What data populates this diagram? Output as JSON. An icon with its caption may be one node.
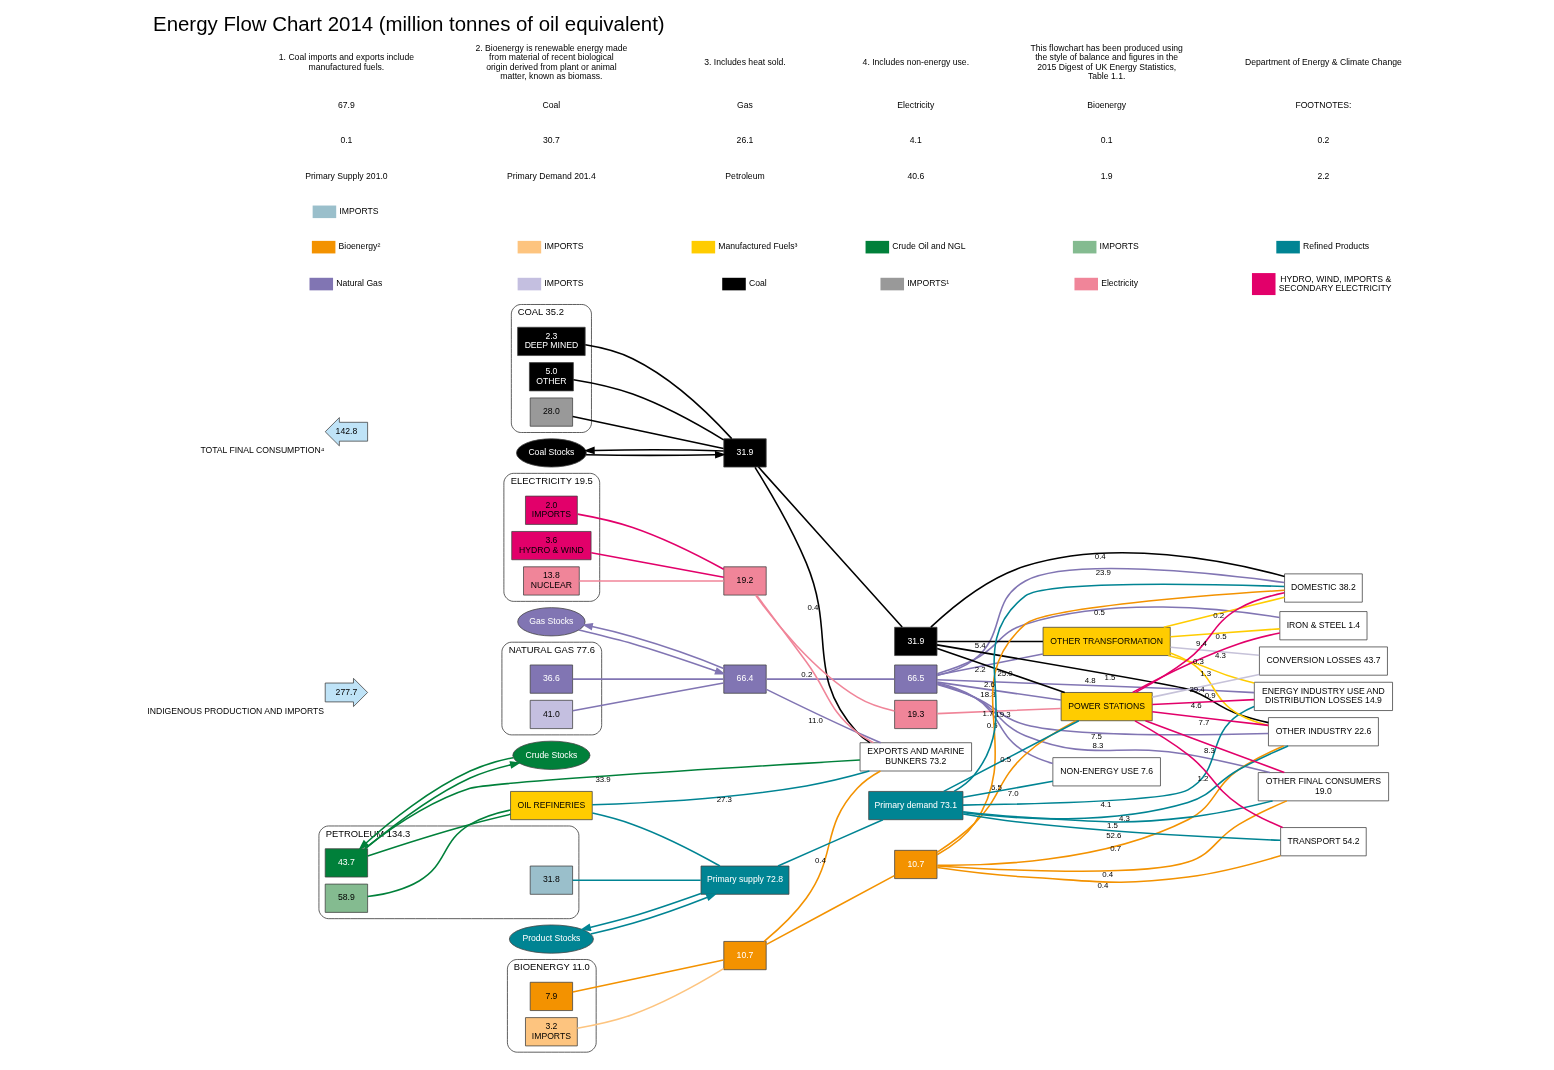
{
  "diagram": {
    "title": "Energy Flow Chart 2014 (million tonnes of oil equivalent)",
    "nodes": [
      {
        "text": [
          "NATURAL GAS 77.6"
        ]
      },
      {
        "text": [
          "36.6"
        ],
        "in": 0
      },
      {
        "text": [
          "41.0"
        ],
        "in": 0
      },
      {
        "text": [
          "COAL 35.2"
        ]
      },
      {
        "text": [
          "2.3",
          "DEEP MINED"
        ],
        "in": 3
      },
      {
        "text": [
          "5.0",
          "OTHER"
        ],
        "in": 3
      },
      {
        "text": [
          "28.0"
        ],
        "in": 3
      },
      {
        "text": [
          "ELECTRICITY 19.5"
        ]
      },
      {
        "text": [
          "2.0",
          "IMPORTS"
        ],
        "in": 7
      },
      {
        "text": [
          "3.6",
          "HYDRO & WIND"
        ],
        "in": 7
      },
      {
        "text": [
          "13.8",
          "NUCLEAR"
        ],
        "in": 7
      },
      {
        "text": [
          "BIOENERGY 11.0"
        ]
      },
      {
        "text": [
          "7.9"
        ],
        "in": 11
      },
      {
        "text": [
          "3.2",
          "IMPORTS"
        ],
        "in": 11
      },
      {
        "text": [
          "PETROLEUM 134.3"
        ]
      },
      {
        "text": [
          "31.8"
        ],
        "in": 14
      },
      {
        "text": [
          "43.7"
        ],
        "in": 14
      },
      {
        "text": [
          "58.9"
        ],
        "in": 14
      },
      {
        "text": [
          "Gas Stocks"
        ]
      },
      {
        "text": [
          "Coal Stocks"
        ]
      },
      {
        "text": [
          "Product Stocks"
        ]
      },
      {
        "text": [
          "Crude Stocks"
        ]
      },
      {
        "text": [
          "66.4"
        ]
      },
      {
        "text": [
          "66.5"
        ]
      },
      {
        "text": [
          "31.9"
        ]
      },
      {
        "text": [
          "31.9"
        ]
      },
      {
        "text": [
          "19.2"
        ]
      },
      {
        "text": [
          "19.3"
        ]
      },
      {
        "text": [
          "10.7"
        ]
      },
      {
        "text": [
          "10.7"
        ]
      },
      {
        "text": [
          "Primary supply 72.8"
        ]
      },
      {
        "text": [
          "Primary demand 73.1"
        ]
      },
      {
        "text": [
          "OTHER TRANSFORMATION"
        ]
      },
      {
        "text": [
          "POWER STATIONS"
        ]
      },
      {
        "text": [
          "OIL REFINERIES"
        ]
      },
      {
        "text": [
          "IRON & STEEL 1.4"
        ]
      },
      {
        "text": [
          "OTHER INDUSTRY 22.6"
        ]
      },
      {
        "text": [
          "TRANSPORT 54.2"
        ]
      },
      {
        "text": [
          "DOMESTIC 38.2"
        ]
      },
      {
        "text": [
          "OTHER FINAL CONSUMERS 19.0"
        ]
      },
      {
        "text": [
          "CONVERSION LOSSES 43.7"
        ]
      },
      {
        "text": [
          "ENERGY INDUSTRY USE AND DISTRIBUTION LOSSES 14.9"
        ]
      },
      {
        "text": [
          "NON-ENERGY USE 7.6"
        ]
      },
      {
        "text": [
          "EXPORTS AND MARINE BUNKERS 73.2"
        ]
      },
      {
        "text": [
          "277.7"
        ],
        "beside": [
          "INDIGENOUS PRODUCTION AND IMPORTS"
        ]
      },
      {
        "text": [
          "142.8"
        ],
        "beside": [
          "TOTAL FINAL CONSUMPTION⁴"
        ]
      }
    ],
    "edges": [
      {
        "from": 1,
        "to": 22,
        "arrow": "none"
      },
      {
        "from": 2,
        "to": 22,
        "arrow": "none"
      },
      {
        "from": 22,
        "to": 18,
        "arrow": "to"
      },
      {
        "from": 18,
        "to": 22,
        "arrow": "to"
      },
      {
        "from": 22,
        "to": 43,
        "label": "11.0",
        "arrow": "none"
      },
      {
        "from": 22,
        "to": 23,
        "arrow": "none"
      },
      {
        "from": 23,
        "to": 33,
        "label": "18.8",
        "arrow": "none"
      },
      {
        "from": 23,
        "to": 32,
        "label": "2.2",
        "arrow": "none"
      },
      {
        "from": 23,
        "to": 41,
        "label": "4.8",
        "arrow": "none"
      },
      {
        "from": 23,
        "to": 42,
        "label": "0.5",
        "arrow": "none"
      },
      {
        "from": 23,
        "to": 35,
        "label": "0.5",
        "arrow": "none"
      },
      {
        "from": 23,
        "to": 36,
        "label": "7.5",
        "arrow": "none"
      },
      {
        "from": 23,
        "to": 38,
        "label": "23.9",
        "arrow": "none"
      },
      {
        "from": 23,
        "to": 39,
        "label": "8.3",
        "arrow": "none"
      },
      {
        "from": 4,
        "to": 24,
        "arrow": "none",
        "color": "#000000"
      },
      {
        "from": 5,
        "to": 24,
        "arrow": "none",
        "color": "#000000"
      },
      {
        "from": 6,
        "to": 24,
        "arrow": "none",
        "color": "#000000"
      },
      {
        "from": 24,
        "to": 19,
        "arrow": "to",
        "color": "#000000"
      },
      {
        "from": 19,
        "to": 24,
        "arrow": "to",
        "color": "#000000"
      },
      {
        "from": 24,
        "to": 43,
        "label": "0.4",
        "arrow": "none",
        "color": "#000000"
      },
      {
        "from": 24,
        "to": 25,
        "arrow": "none",
        "color": "#000000"
      },
      {
        "from": 25,
        "to": 32,
        "label": "5.4",
        "arrow": "none",
        "color": "#000000"
      },
      {
        "from": 25,
        "to": 33,
        "label": "25.0",
        "arrow": "none",
        "color": "#000000"
      },
      {
        "from": 25,
        "to": 36,
        "label": "1.5",
        "arrow": "none",
        "color": "#000000"
      },
      {
        "from": 25,
        "to": 38,
        "label": "0.4",
        "arrow": "none",
        "color": "#000000"
      },
      {
        "from": 8,
        "to": 26,
        "arrow": "none",
        "color": "#e2006a"
      },
      {
        "from": 9,
        "to": 26,
        "arrow": "none",
        "color": "#e2006a"
      },
      {
        "from": 10,
        "to": 26,
        "arrow": "none",
        "color": "#f08599"
      },
      {
        "from": 26,
        "to": 43,
        "label": "0.2",
        "arrow": "none",
        "color": "#f08599"
      },
      {
        "from": 26,
        "to": 27,
        "arrow": "none",
        "color": "#f08599"
      },
      {
        "from": 27,
        "to": 33,
        "label": "19.3",
        "arrow": "none",
        "color": "#f08599"
      },
      {
        "from": 33,
        "to": 40,
        "label": "39.4",
        "arrow": "none",
        "color": "#c6c2d9"
      },
      {
        "from": 32,
        "to": 40,
        "label": "4.3",
        "arrow": "none",
        "color": "#c6c2d9"
      },
      {
        "from": 33,
        "to": 41,
        "label": "4.6",
        "arrow": "none",
        "color": "#e2006a"
      },
      {
        "from": 33,
        "to": 35,
        "label": "0.3",
        "arrow": "none",
        "color": "#e2006a"
      },
      {
        "from": 33,
        "to": 36,
        "label": "7.7",
        "arrow": "none",
        "color": "#e2006a"
      },
      {
        "from": 33,
        "to": 38,
        "label": "9.4",
        "arrow": "none",
        "color": "#e2006a"
      },
      {
        "from": 33,
        "to": 39,
        "label": "8.3",
        "arrow": "none",
        "color": "#e2006a"
      },
      {
        "from": 32,
        "to": 41,
        "label": "1.3",
        "arrow": "none",
        "color": "#ffcc00"
      },
      {
        "from": 32,
        "to": 35,
        "label": "0.5",
        "arrow": "none",
        "color": "#ffcc00"
      },
      {
        "from": 32,
        "to": 36,
        "label": "0.9",
        "arrow": "none",
        "color": "#ffcc00"
      },
      {
        "from": 32,
        "to": 38,
        "label": "0.2",
        "arrow": "none",
        "color": "#ffcc00"
      },
      {
        "from": 12,
        "to": 28,
        "arrow": "none",
        "color": "#f39200"
      },
      {
        "from": 13,
        "to": 28,
        "arrow": "none",
        "color": "#fdc47f"
      },
      {
        "from": 28,
        "to": 43,
        "label": "0.4",
        "arrow": "none",
        "color": "#f39200"
      },
      {
        "from": 28,
        "to": 29,
        "arrow": "none",
        "color": "#f39200"
      },
      {
        "from": 29,
        "to": 33,
        "label": "6.5",
        "arrow": "none",
        "color": "#f39200"
      },
      {
        "from": 29,
        "to": 36,
        "label": "0.7",
        "arrow": "none",
        "color": "#f39200"
      },
      {
        "from": 29,
        "to": 37,
        "label": "0.4",
        "arrow": "none",
        "color": "#f39200"
      },
      {
        "from": 29,
        "to": 38,
        "label": "1.7",
        "arrow": "none",
        "color": "#f39200"
      },
      {
        "from": 29,
        "to": 39,
        "label": "0.4",
        "arrow": "none",
        "color": "#f39200"
      },
      {
        "from": 15,
        "to": 30,
        "arrow": "none",
        "color": "#008493"
      },
      {
        "from": 16,
        "to": 34,
        "arrow": "none",
        "color": "#00803a"
      },
      {
        "from": 17,
        "to": 34,
        "arrow": "none",
        "color": "#00803a"
      },
      {
        "from": 16,
        "to": 21,
        "arrow": "to",
        "color": "#00803a"
      },
      {
        "from": 21,
        "to": 16,
        "arrow": "to",
        "color": "#00803a"
      },
      {
        "from": 16,
        "to": 43,
        "label": "33.9",
        "arrow": "none",
        "color": "#00803a"
      },
      {
        "from": 34,
        "to": 30,
        "arrow": "none",
        "color": "#008493"
      },
      {
        "from": 34,
        "to": 43,
        "label": "27.3",
        "arrow": "none",
        "color": "#008493"
      },
      {
        "from": 30,
        "to": 20,
        "arrow": "to",
        "color": "#008493"
      },
      {
        "from": 20,
        "to": 30,
        "arrow": "to",
        "color": "#008493"
      },
      {
        "from": 30,
        "to": 31,
        "arrow": "none",
        "color": "#008493"
      },
      {
        "from": 31,
        "to": 33,
        "label": "0.5",
        "arrow": "none",
        "color": "#008493"
      },
      {
        "from": 31,
        "to": 41,
        "label": "4.1",
        "arrow": "none",
        "color": "#008493"
      },
      {
        "from": 31,
        "to": 42,
        "label": "7.0",
        "arrow": "none",
        "color": "#008493"
      },
      {
        "from": 31,
        "to": 36,
        "label": "4.3",
        "arrow": "none",
        "color": "#008493"
      },
      {
        "from": 31,
        "to": 37,
        "label": "52.6",
        "arrow": "none",
        "color": "#008493"
      },
      {
        "from": 31,
        "to": 38,
        "label": "2.6",
        "arrow": "none",
        "color": "#008493"
      },
      {
        "from": 31,
        "to": 39,
        "label": "1.5",
        "arrow": "none",
        "color": "#008493"
      },
      {
        "from": 33,
        "to": 37,
        "label": "1.2",
        "arrow": "none",
        "color": "#e2006a"
      }
    ],
    "labels": [
      "Primary Supply 201.0",
      "Primary Demand 201.4",
      "Petroleum",
      "40.6",
      "1.9",
      "2.2",
      "0.1",
      "30.7",
      "26.1",
      "4.1",
      "0.1",
      "0.2",
      "67.9",
      "Coal",
      "Gas",
      "Electricity",
      "Bioenergy",
      "FOOTNOTES:",
      "1. Coal imports and exports include manufactured fuels.",
      "2. Bioenergy is renewable energy made from material of recent biological origin derived from plant or animal matter, known as biomass.",
      "3. Includes heat sold.",
      "4. Includes non-energy use.",
      "This flowchart has been produced using the style of balance and figures in the 2015 Digest of UK Energy Statistics, Table 1.1.",
      "Department of Energy & Climate Change"
    ],
    "legend": [
      {
        "text": "Natural Gas",
        "color": "#8175b3"
      },
      {
        "text": "IMPORTS",
        "color": "#c4bfe0"
      },
      {
        "text": "Coal",
        "color": "#000000"
      },
      {
        "text": "IMPORTS¹",
        "color": "#999999"
      },
      {
        "text": "Electricity",
        "color": "#f08599"
      },
      {
        "text": "HYDRO, WIND, IMPORTS & SECONDARY ELECTRICITY",
        "color": "#e2006a"
      },
      {
        "text": "Bioenergy²",
        "color": "#f39200"
      },
      {
        "text": "IMPORTS",
        "color": "#fdc47f"
      },
      {
        "text": "Manufactured Fuels³",
        "color": "#ffcc00"
      },
      {
        "text": "Crude Oil and NGL",
        "color": "#00803a"
      },
      {
        "text": "IMPORTS",
        "color": "#84bb90"
      },
      {
        "text": "Refined Products",
        "color": "#008493"
      },
      {
        "text": "IMPORTS",
        "color": "#9abfcb"
      }
    ]
  }
}
